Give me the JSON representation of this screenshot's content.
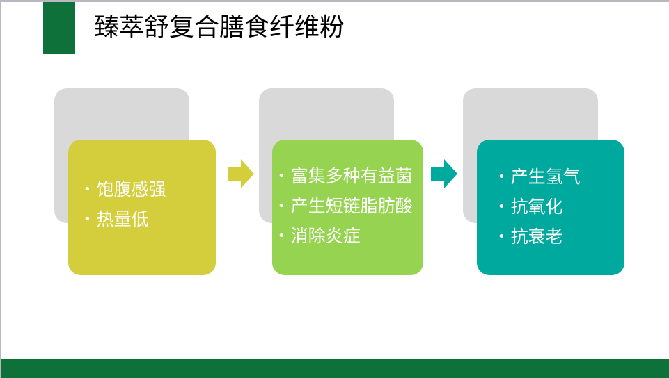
{
  "title": "臻萃舒复合膳食纤维粉",
  "colors": {
    "brand": "#0e7139",
    "card1": "#d4ce3c",
    "card2": "#95d350",
    "card3": "#00a99d",
    "placeholder": "#d9d9d9"
  },
  "cards": [
    {
      "items": [
        "饱腹感强",
        "热量低"
      ]
    },
    {
      "items": [
        "富集多种有益菌",
        "产生短链脂肪酸",
        "消除炎症"
      ]
    },
    {
      "items": [
        "产生氢气",
        "抗氧化",
        "抗衰老"
      ]
    }
  ],
  "bullet": "•"
}
